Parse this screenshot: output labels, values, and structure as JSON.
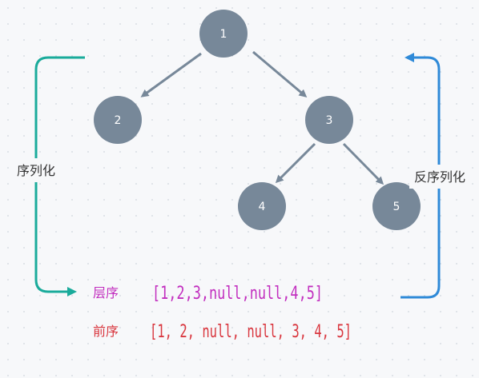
{
  "tree": {
    "nodes": [
      {
        "id": "1",
        "label": "1"
      },
      {
        "id": "2",
        "label": "2"
      },
      {
        "id": "3",
        "label": "3"
      },
      {
        "id": "4",
        "label": "4"
      },
      {
        "id": "5",
        "label": "5"
      }
    ],
    "edges": [
      [
        "1",
        "2"
      ],
      [
        "1",
        "3"
      ],
      [
        "3",
        "4"
      ],
      [
        "3",
        "5"
      ]
    ]
  },
  "labels": {
    "serialize": "序列化",
    "deserialize": "反序列化"
  },
  "rows": {
    "level_order": {
      "label": "层序",
      "value": "[1,2,3,null,null,4,5]"
    },
    "pre_order": {
      "label": "前序",
      "value": "[1, 2, null, null, 3, 4, 5]"
    }
  },
  "colors": {
    "node": "#778899",
    "edge": "#778899",
    "serialize_arrow": "#1aab9b",
    "deserialize_arrow": "#2f8ad8",
    "level_order": "#c22fbf",
    "pre_order": "#d9363e"
  }
}
